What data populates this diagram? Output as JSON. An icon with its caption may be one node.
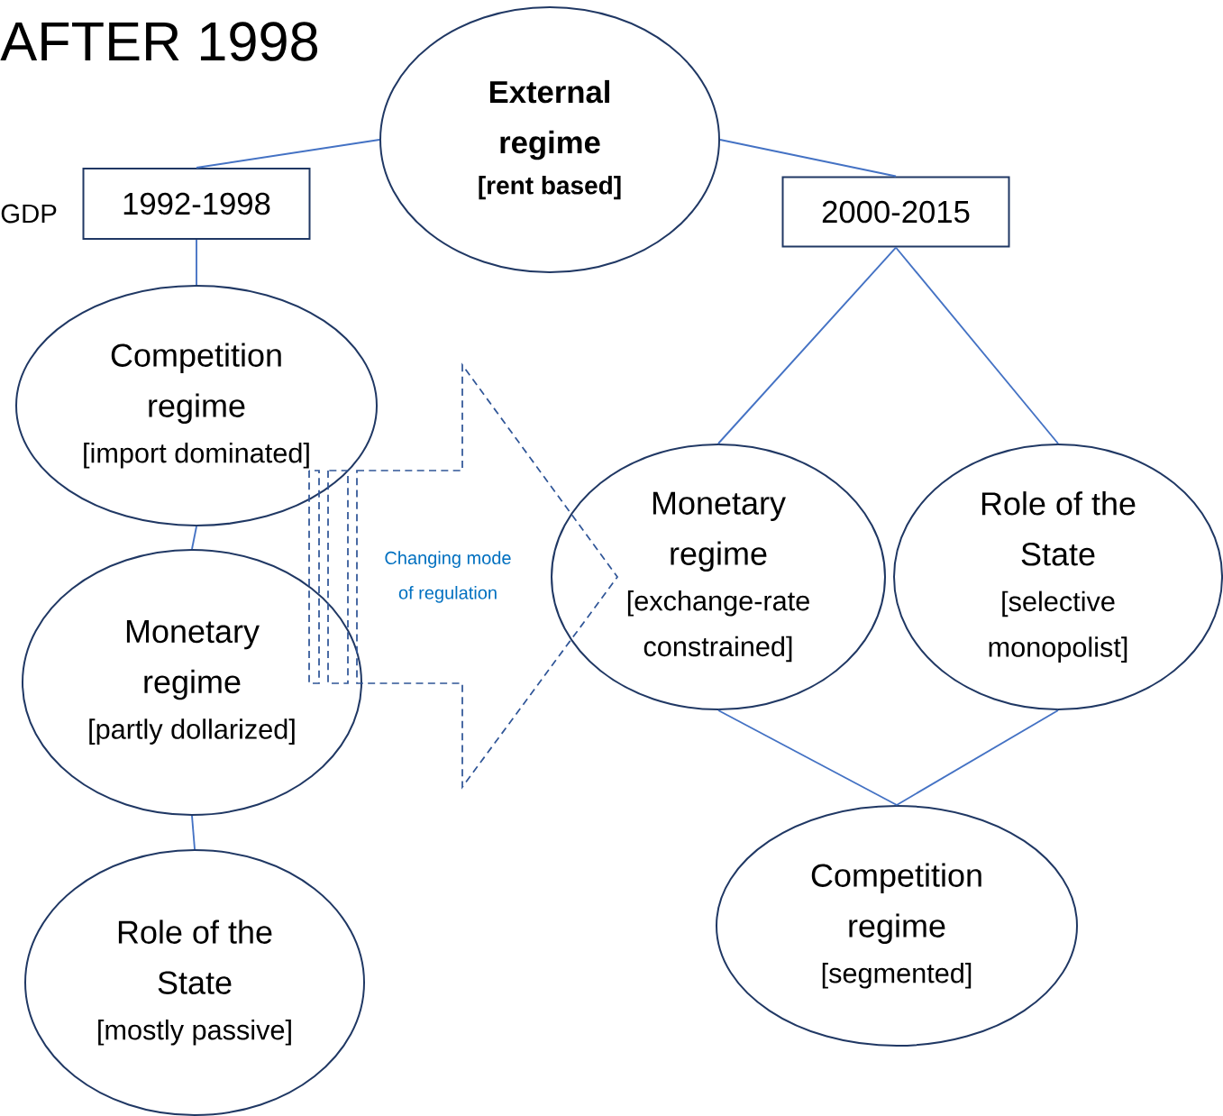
{
  "diagram": {
    "title": "AFTER 1998",
    "nodes": [
      {
        "text": [
          "External regime",
          "[rent based]"
        ]
      },
      {
        "text": [
          "1992-1998"
        ]
      },
      {
        "text": [
          "2000-2015"
        ]
      },
      {
        "text": [
          "Competition regime",
          "[import dominated]"
        ]
      },
      {
        "text": [
          "Monetary regime",
          "[partly dollarized]"
        ]
      },
      {
        "text": [
          "Role of the State",
          "[mostly passive]"
        ]
      },
      {
        "text": [
          "Changing mode of regulation"
        ]
      },
      {
        "text": [
          "Monetary regime",
          "[exchange-rate constrained]"
        ]
      },
      {
        "text": [
          "Role of the State",
          "[selective monopolist]"
        ]
      },
      {
        "text": [
          "Competition regime",
          "[segmented]"
        ]
      }
    ],
    "edges": [
      {
        "from": 0,
        "to": 1,
        "arrow": "none"
      },
      {
        "from": 0,
        "to": 2,
        "arrow": "none"
      },
      {
        "from": 1,
        "to": 3,
        "arrow": "none"
      },
      {
        "from": 3,
        "to": 4,
        "arrow": "none"
      },
      {
        "from": 4,
        "to": 5,
        "arrow": "none"
      },
      {
        "from": 2,
        "to": 7,
        "arrow": "none"
      },
      {
        "from": 2,
        "to": 8,
        "arrow": "none"
      },
      {
        "from": 7,
        "to": 9,
        "arrow": "none"
      },
      {
        "from": 8,
        "to": 9,
        "arrow": "none"
      }
    ],
    "labels": [
      "GDP"
    ]
  }
}
